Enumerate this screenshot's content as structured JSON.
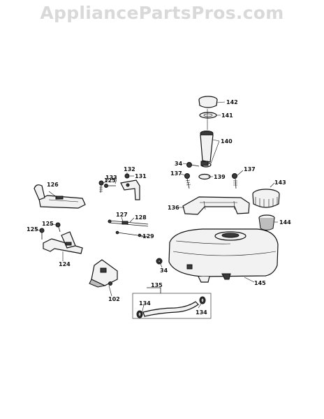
{
  "watermark": "AppliancePartsPros.com",
  "labels": {
    "p142": "142",
    "p141": "141",
    "p140": "140",
    "p34a": "34",
    "p139": "139",
    "p137a": "137",
    "p137b": "137",
    "p143": "143",
    "p136": "136",
    "p144": "144",
    "p126": "126",
    "p125a": "125",
    "p133": "133",
    "p132": "132",
    "p131": "131",
    "p127": "127",
    "p128": "128",
    "p129": "129",
    "p125b": "125",
    "p125c": "125",
    "p124": "124",
    "p34b": "34",
    "p145": "145",
    "p102": "102",
    "p135": "135",
    "p134a": "134",
    "p134b": "134"
  }
}
